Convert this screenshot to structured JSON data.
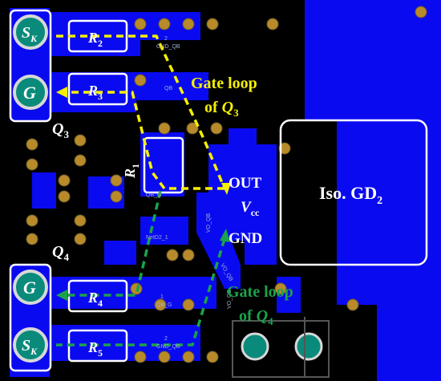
{
  "pads": {
    "g_letter": "G",
    "sk_letter": "S",
    "sk_sub": "K"
  },
  "resistors": {
    "r2": {
      "main": "R",
      "sub": "2"
    },
    "r3": {
      "main": "R",
      "sub": "3"
    },
    "r4": {
      "main": "R",
      "sub": "4"
    },
    "r5": {
      "main": "R",
      "sub": "5"
    },
    "r1": {
      "main": "R",
      "sub": "1"
    }
  },
  "transistors": {
    "q3": {
      "main": "Q",
      "sub": "3"
    },
    "q4": {
      "main": "Q",
      "sub": "4"
    }
  },
  "loops": {
    "q3": {
      "line1": "Gate loop",
      "line2_prefix": "of ",
      "line2_q": "Q",
      "line2_sub": "3"
    },
    "q4": {
      "line1": "Gate loop",
      "line2_prefix": "of ",
      "line2_q": "Q",
      "line2_sub": "4"
    }
  },
  "pins": {
    "out": "OUT",
    "vcc_main": "V",
    "vcc_sub": "cc",
    "gnd": "GND"
  },
  "driver": {
    "main": "Iso. GD",
    "sub": "2"
  },
  "silkscreen": {
    "top_num": "2",
    "gnd_qb_top": "GND_QB",
    "qb": "QB",
    "qb_g_top": "QB_G",
    "vo_qb_1": "VO_QB",
    "netd2": "NetD2_1",
    "vo_qb_2": "VO_QB",
    "num1": "1",
    "qb_g_bottom": "QB_G",
    "num2": "2",
    "gnd_qb_bottom": "GND_QB",
    "vo_qb_3": "VO_QB"
  },
  "colors": {
    "copper": "#0a0af0",
    "board": "#000000",
    "outline": "#ffffff",
    "gate_loop_q3": "#f5f000",
    "gate_loop_q4": "#1aa34a",
    "pad": "#0a8a7a"
  }
}
